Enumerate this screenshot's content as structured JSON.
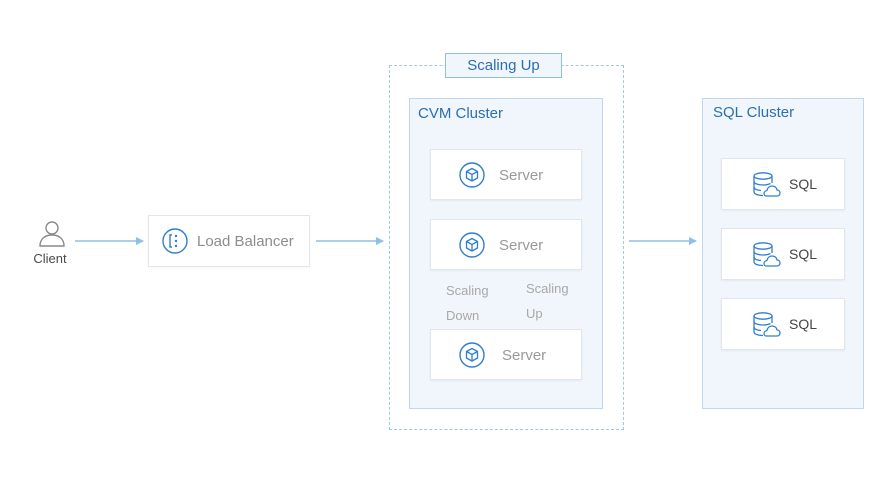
{
  "client": {
    "label": "Client",
    "icon": "user-icon"
  },
  "load_balancer": {
    "label": "Load Balancer",
    "icon": "load-balancer-icon"
  },
  "scaling_group": {
    "title": "Scaling Up"
  },
  "cvm_cluster": {
    "title": "CVM Cluster",
    "servers": [
      {
        "label": "Server",
        "icon": "server-cube-icon"
      },
      {
        "label": "Server",
        "icon": "server-cube-icon"
      },
      {
        "label": "Server",
        "icon": "server-cube-icon"
      }
    ],
    "scaling_down": {
      "line1": "Scaling",
      "line2": "Down"
    },
    "scaling_up": {
      "line1": "Scaling",
      "line2": "Up"
    }
  },
  "sql_cluster": {
    "title": "SQL Cluster",
    "nodes": [
      {
        "label": "SQL",
        "icon": "database-cloud-icon"
      },
      {
        "label": "SQL",
        "icon": "database-cloud-icon"
      },
      {
        "label": "SQL",
        "icon": "database-cloud-icon"
      }
    ]
  },
  "colors": {
    "accent": "#2a6fb0",
    "arrow": "#8fc0e8",
    "icon": "#2f7fd0",
    "cluster_fill": "#f1f6fc",
    "cluster_border": "#bfd7ef"
  }
}
